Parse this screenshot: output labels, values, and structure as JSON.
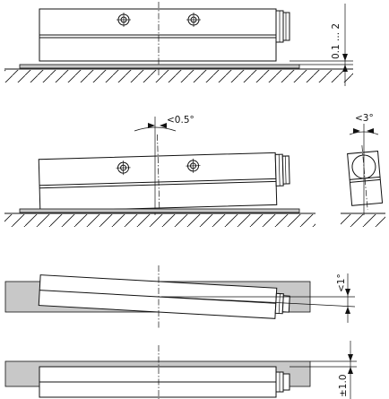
{
  "diagram": {
    "panels": [
      {
        "id": "parallel-mount",
        "dimension_label": "0.1 ... 2"
      },
      {
        "id": "lateral-tilt",
        "angle_label": "<0.5°",
        "side_angle_label": "<3°"
      },
      {
        "id": "top-angle",
        "angle_label": "<1°"
      },
      {
        "id": "top-offset",
        "offset_label": "±1.0"
      }
    ],
    "colors": {
      "line": "#111111",
      "reflector": "#c8c8c8",
      "background": "#ffffff"
    }
  }
}
